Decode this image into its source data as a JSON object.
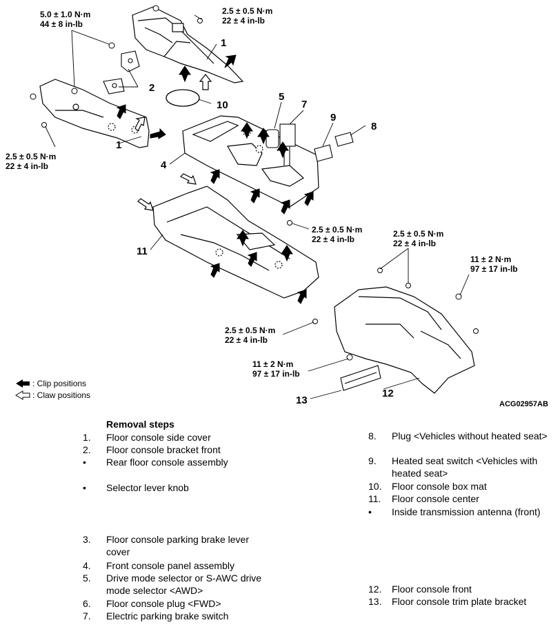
{
  "torque_specs": [
    {
      "id": "t1",
      "line1": "5.0 ± 1.0 N·m",
      "line2": "44 ± 8 in-lb"
    },
    {
      "id": "t2",
      "line1": "2.5 ± 0.5 N·m",
      "line2": "22 ± 4 in-lb"
    },
    {
      "id": "t3",
      "line1": "2.5 ± 0.5 N·m",
      "line2": "22 ± 4 in-lb"
    },
    {
      "id": "t4",
      "line1": "2.5 ± 0.5 N·m",
      "line2": "22 ± 4 in-lb"
    },
    {
      "id": "t5",
      "line1": "2.5 ± 0.5 N·m",
      "line2": "22 ± 4 in-lb"
    },
    {
      "id": "t6",
      "line1": "11 ± 2 N·m",
      "line2": "97 ± 17 in-lb"
    },
    {
      "id": "t7",
      "line1": "2.5 ± 0.5 N·m",
      "line2": "22 ± 4 in-lb"
    },
    {
      "id": "t8",
      "line1": "11 ± 2 N·m",
      "line2": "97 ± 17 in-lb"
    }
  ],
  "part_callouts": [
    "1",
    "2",
    "10",
    "1",
    "5",
    "7",
    "9",
    "8",
    "4",
    "11",
    "12",
    "13"
  ],
  "legend": {
    "clip": ": Clip positions",
    "claw": ": Claw positions"
  },
  "figure_code": "ACG02957AB",
  "removal": {
    "heading": "Removal steps",
    "left": [
      {
        "marker": "1.",
        "text": "Floor console side cover"
      },
      {
        "marker": "2.",
        "text": "Floor console bracket front"
      },
      {
        "marker": "•",
        "text": "Rear floor console assembly"
      },
      {
        "marker": "•",
        "text": "Selector lever knob"
      },
      {
        "marker": "3.",
        "text": "Floor console parking brake lever cover"
      },
      {
        "marker": "4.",
        "text": "Front console panel assembly"
      },
      {
        "marker": "5.",
        "text": "Drive mode selector or S-AWC drive mode selector <AWD>"
      },
      {
        "marker": "6.",
        "text": "Floor console plug <FWD>"
      },
      {
        "marker": "7.",
        "text": "Electric parking brake switch"
      }
    ],
    "right": [
      {
        "marker": "8.",
        "text": "Plug <Vehicles without heated seat>"
      },
      {
        "marker": "9.",
        "text": "Heated seat switch <Vehicles with heated seat>"
      },
      {
        "marker": "10.",
        "text": "Floor console box mat"
      },
      {
        "marker": "11.",
        "text": "Floor console center"
      },
      {
        "marker": "•",
        "text": "Inside transmission antenna (front)"
      },
      {
        "marker": "12.",
        "text": "Floor console front"
      },
      {
        "marker": "13.",
        "text": "Floor console trim plate bracket"
      }
    ]
  }
}
